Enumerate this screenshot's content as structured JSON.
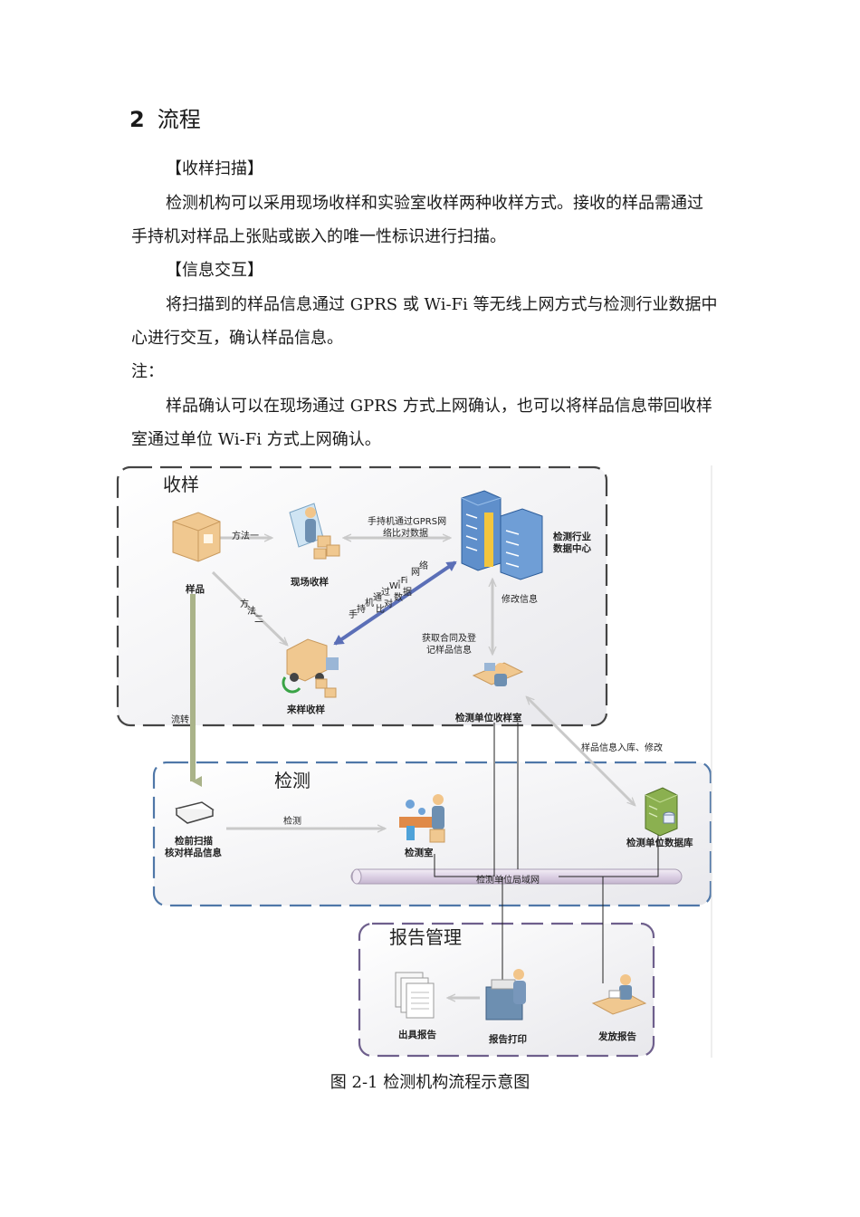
{
  "heading": {
    "number": "2",
    "title": "流程"
  },
  "paragraphs": {
    "s1_title": "【收样扫描】",
    "s1_line1": "检测机构可以采用现场收样和实验室收样两种收样方式。接收的样品需通过",
    "s1_line2": "手持机对样品上张贴或嵌入的唯一性标识进行扫描。",
    "s2_title": "【信息交互】",
    "s2_line1": "将扫描到的样品信息通过 GPRS 或 Wi-Fi 等无线上网方式与检测行业数据中",
    "s2_line2": "心进行交互，确认样品信息。",
    "note_label": "注：",
    "note_line1": "样品确认可以在现场通过 GPRS 方式上网确认，也可以将样品信息带回收样",
    "note_line2": "室通过单位 Wi-Fi 方式上网确认。"
  },
  "diagram": {
    "sections": {
      "receive": "收样",
      "test": "检测",
      "report": "报告管理"
    },
    "nodes": {
      "sample": "样品",
      "onsite": "现场收样",
      "datacenter_l1": "检测行业",
      "datacenter_l2": "数据中心",
      "delivered": "来样收样",
      "unit_room": "检测单位收样室",
      "prescan_l1": "检前扫描",
      "prescan_l2": "核对样品信息",
      "lab": "检测室",
      "unit_db": "检测单位数据库",
      "lan": "检测单位局域网",
      "issue_report": "出具报告",
      "print_report": "报告打印",
      "send_report": "发放报告"
    },
    "edges": {
      "method1": "方法一",
      "method2_a": "方",
      "method2_b": "法",
      "method2_c": "二",
      "gprs_l1": "手持机通过GPRS网",
      "gprs_l2": "络比对数据",
      "wifi_chars": [
        "手",
        "持",
        "机",
        "通",
        "过",
        "Wi",
        "-Fi",
        "网",
        "络",
        "比",
        "对",
        "数",
        "据"
      ],
      "modify": "修改信息",
      "get_contract_l1": "获取合同及登",
      "get_contract_l2": "记样品信息",
      "flow": "流转",
      "store": "样品信息入库、修改",
      "test": "检测"
    }
  },
  "caption": "图 2-1  检测机构流程示意图"
}
